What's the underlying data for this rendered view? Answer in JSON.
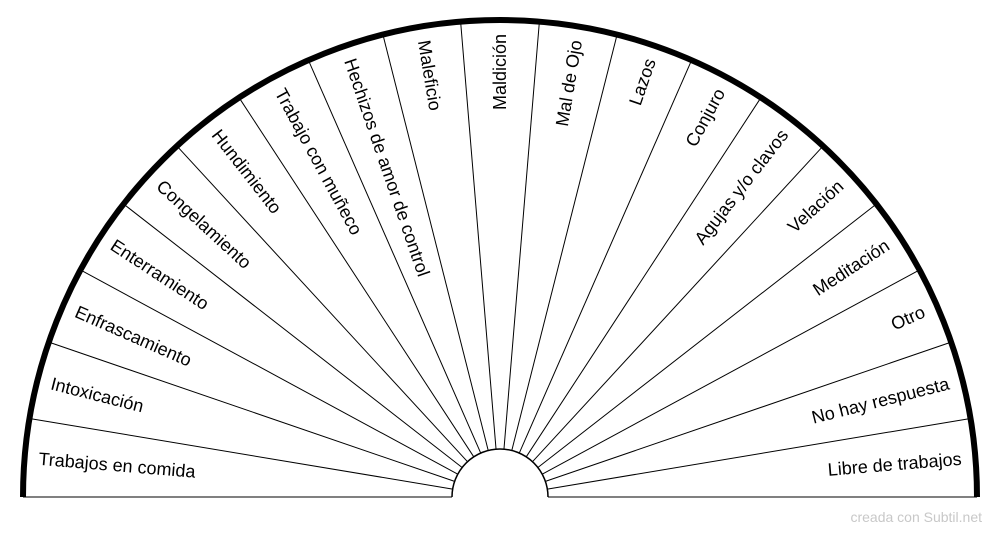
{
  "pendulum": {
    "sectors": [
      "Trabajos en comida",
      "Intoxicación",
      "Enfrascamiento",
      "Enterramiento",
      "Congelamiento",
      "Hundimiento",
      "Trabajo con muñeco",
      "Hechizos de amor de control",
      "Maleficio",
      "Maldición",
      "Mal de Ojo",
      "Lazos",
      "Conjuro",
      "Agujas y/o clavos",
      "Velación",
      "Meditación",
      "Otro",
      "No hay respuesta",
      "Libre de trabajos"
    ]
  },
  "footer": {
    "credit": "creada con Subtil.net"
  },
  "colors": {
    "line": "#000000",
    "background": "#ffffff",
    "credit": "#c8c8c8"
  }
}
